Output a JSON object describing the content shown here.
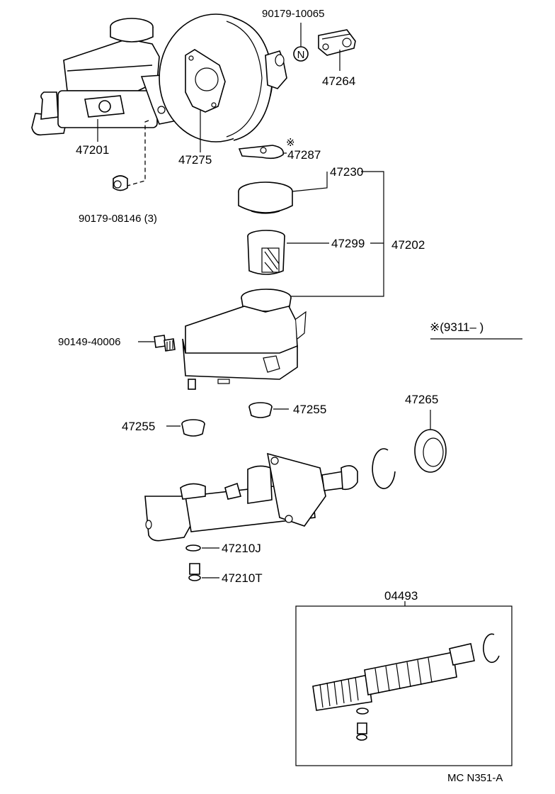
{
  "labels": {
    "p47201": "47201",
    "p47275": "47275",
    "p90179_10065": "90179-10065",
    "nut_n": "N",
    "p47264": "47264",
    "p47287": "47287",
    "p47287_mark": "※",
    "p47230": "47230",
    "p90179_08146": "90179-08146 (3)",
    "p47299": "47299",
    "p47202": "47202",
    "p90149_40006": "90149-40006",
    "date_note": "※(9311–        )",
    "p47255_a": "47255",
    "p47255_b": "47255",
    "p47265": "47265",
    "p47210J": "47210J",
    "p47210T": "47210T",
    "p04493": "04493",
    "figure_code": "MC N351-A"
  }
}
